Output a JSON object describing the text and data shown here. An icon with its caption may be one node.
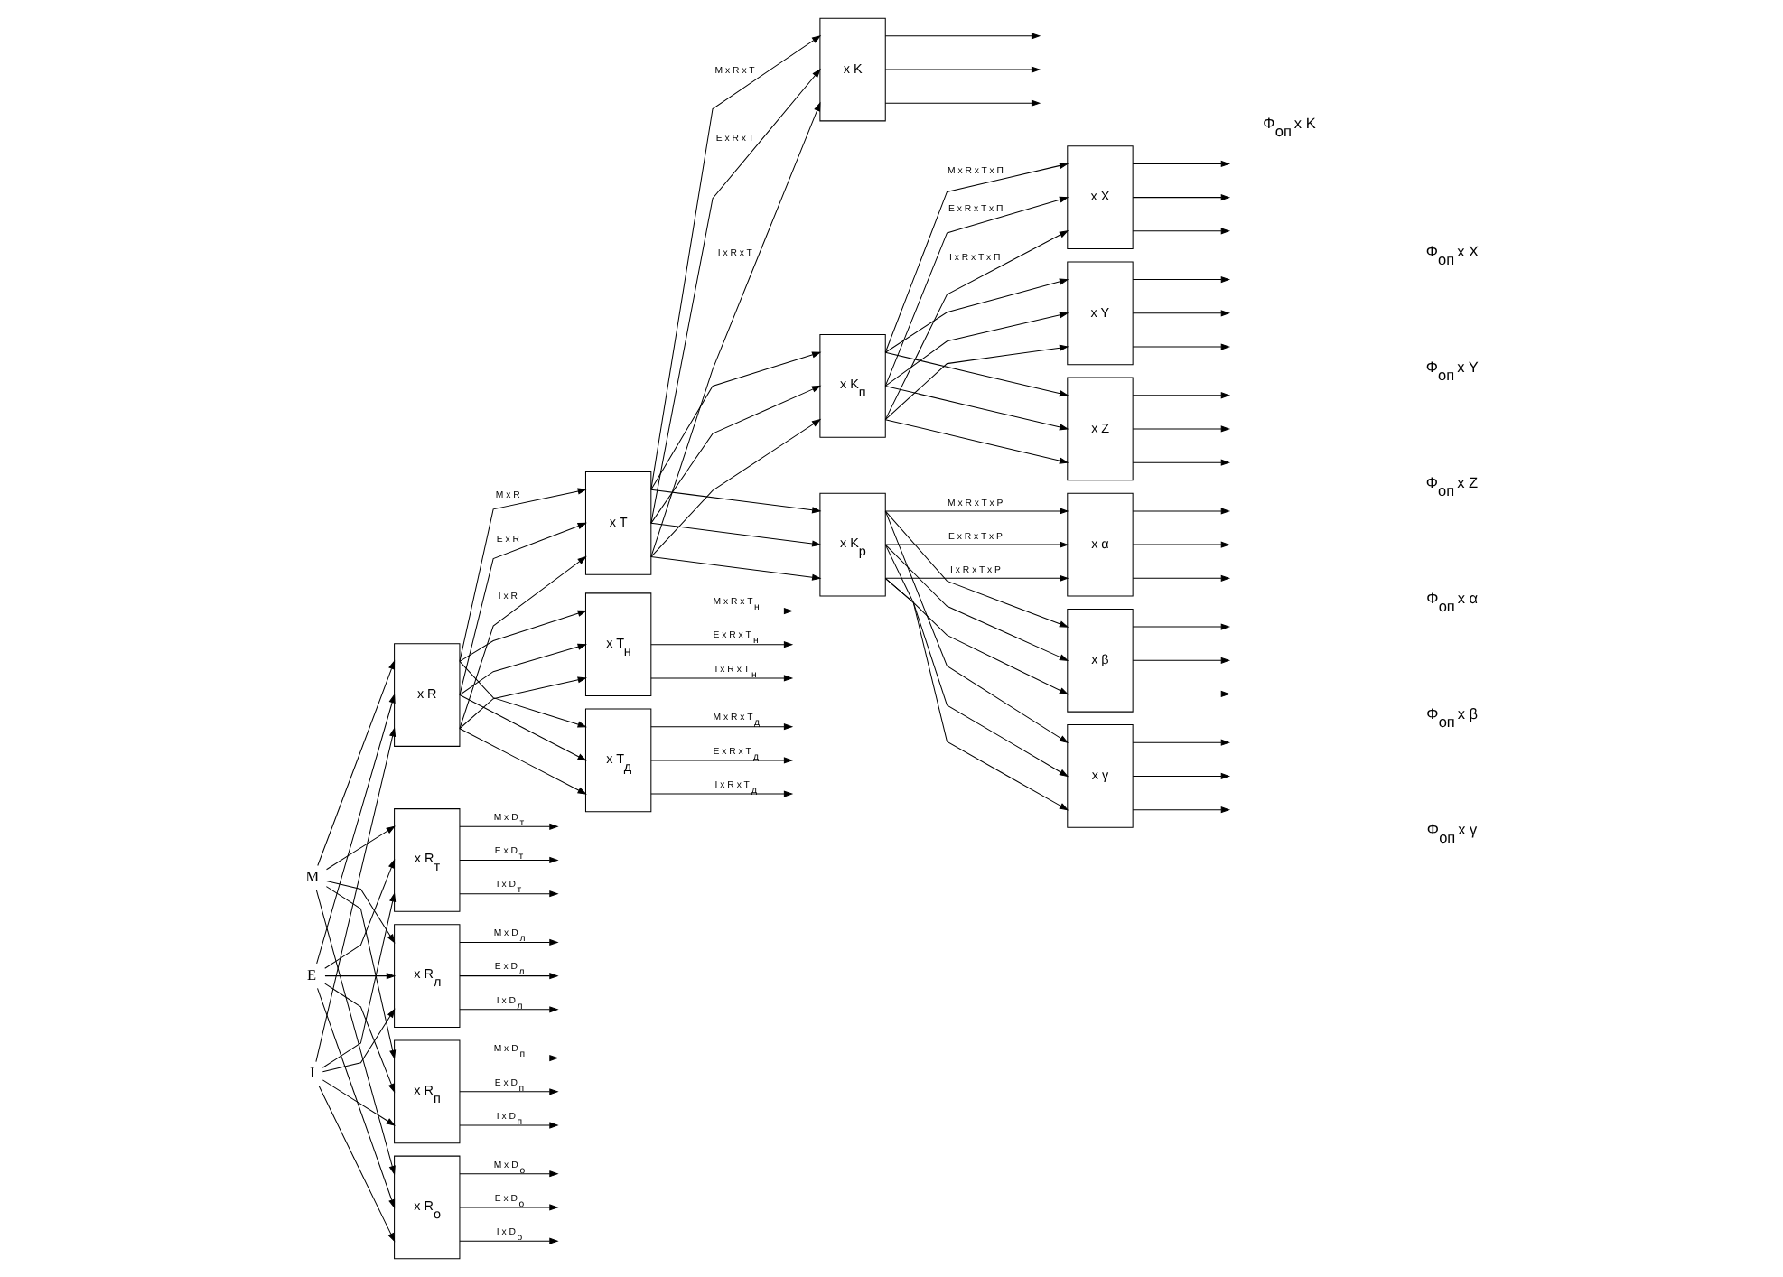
{
  "diagram": {
    "nodes": [
      {
        "text": [
          "M"
        ]
      },
      {
        "text": [
          "E"
        ]
      },
      {
        "text": [
          "I"
        ]
      },
      {
        "text": [
          "x R"
        ]
      },
      {
        "text": [
          "x R$_{т}$"
        ]
      },
      {
        "text": [
          "x R$_{л}$"
        ]
      },
      {
        "text": [
          "x R$_{п}$"
        ]
      },
      {
        "text": [
          "x R$_{о}$"
        ]
      },
      {
        "text": [
          "x T"
        ]
      },
      {
        "text": [
          "x T$_{н}$"
        ]
      },
      {
        "text": [
          "x T$_{д}$"
        ]
      },
      {
        "text": [
          "x K"
        ]
      },
      {
        "text": [
          "x K$_{п}$"
        ]
      },
      {
        "text": [
          "x K$_{р}$"
        ]
      },
      {
        "text": [
          "x X"
        ]
      },
      {
        "text": [
          "x Y"
        ]
      },
      {
        "text": [
          "x Z"
        ]
      },
      {
        "text": [
          "x α"
        ]
      },
      {
        "text": [
          "x β"
        ]
      },
      {
        "text": [
          "x γ"
        ]
      }
    ],
    "edges": [
      {
        "from": 0,
        "to": 3,
        "arrow": "to"
      },
      {
        "from": 1,
        "to": 3,
        "arrow": "to"
      },
      {
        "from": 2,
        "to": 3,
        "arrow": "to"
      },
      {
        "from": 0,
        "to": 4,
        "arrow": "to"
      },
      {
        "from": 1,
        "to": 4,
        "arrow": "to"
      },
      {
        "from": 2,
        "to": 4,
        "arrow": "to"
      },
      {
        "from": 0,
        "to": 5,
        "arrow": "to"
      },
      {
        "from": 1,
        "to": 5,
        "arrow": "to"
      },
      {
        "from": 2,
        "to": 5,
        "arrow": "to"
      },
      {
        "from": 0,
        "to": 6,
        "arrow": "to"
      },
      {
        "from": 1,
        "to": 6,
        "arrow": "to"
      },
      {
        "from": 2,
        "to": 6,
        "arrow": "to"
      },
      {
        "from": 0,
        "to": 7,
        "arrow": "to"
      },
      {
        "from": 1,
        "to": 7,
        "arrow": "to"
      },
      {
        "from": 2,
        "to": 7,
        "arrow": "to"
      },
      {
        "from": 3,
        "to": 8,
        "arrow": "to",
        "label": "M x R"
      },
      {
        "from": 3,
        "to": 8,
        "arrow": "to",
        "label": "E x R"
      },
      {
        "from": 3,
        "to": 8,
        "arrow": "to",
        "label": "I x R"
      },
      {
        "from": 3,
        "to": 9,
        "arrow": "to"
      },
      {
        "from": 3,
        "to": 9,
        "arrow": "to"
      },
      {
        "from": 3,
        "to": 9,
        "arrow": "to"
      },
      {
        "from": 3,
        "to": 10,
        "arrow": "to"
      },
      {
        "from": 3,
        "to": 10,
        "arrow": "to"
      },
      {
        "from": 3,
        "to": 10,
        "arrow": "to"
      },
      {
        "from": 4,
        "to": null,
        "arrow": "to",
        "label": "M x D$_{т}$"
      },
      {
        "from": 4,
        "to": null,
        "arrow": "to",
        "label": "E x D$_{т}$"
      },
      {
        "from": 4,
        "to": null,
        "arrow": "to",
        "label": "I x D$_{т}$"
      },
      {
        "from": 5,
        "to": null,
        "arrow": "to",
        "label": "M x D$_{л}$"
      },
      {
        "from": 5,
        "to": null,
        "arrow": "to",
        "label": "E x D$_{л}$"
      },
      {
        "from": 5,
        "to": null,
        "arrow": "to",
        "label": "I x D$_{л}$"
      },
      {
        "from": 6,
        "to": null,
        "arrow": "to",
        "label": "M x D$_{п}$"
      },
      {
        "from": 6,
        "to": null,
        "arrow": "to",
        "label": "E x D$_{п}$"
      },
      {
        "from": 6,
        "to": null,
        "arrow": "to",
        "label": "I x D$_{п}$"
      },
      {
        "from": 7,
        "to": null,
        "arrow": "to",
        "label": "M x D$_{о}$"
      },
      {
        "from": 7,
        "to": null,
        "arrow": "to",
        "label": "E x D$_{о}$"
      },
      {
        "from": 7,
        "to": null,
        "arrow": "to",
        "label": "I x D$_{о}$"
      },
      {
        "from": 8,
        "to": 11,
        "arrow": "to",
        "label": "M x R x T"
      },
      {
        "from": 8,
        "to": 11,
        "arrow": "to",
        "label": "E x R x T"
      },
      {
        "from": 8,
        "to": 11,
        "arrow": "to",
        "label": "I x R x T"
      },
      {
        "from": 8,
        "to": 12,
        "arrow": "to"
      },
      {
        "from": 8,
        "to": 12,
        "arrow": "to"
      },
      {
        "from": 8,
        "to": 12,
        "arrow": "to"
      },
      {
        "from": 8,
        "to": 13,
        "arrow": "to"
      },
      {
        "from": 8,
        "to": 13,
        "arrow": "to"
      },
      {
        "from": 8,
        "to": 13,
        "arrow": "to"
      },
      {
        "from": 9,
        "to": null,
        "arrow": "to",
        "label": "M x R x T$_{н}$"
      },
      {
        "from": 9,
        "to": null,
        "arrow": "to",
        "label": "E x R x T$_{н}$"
      },
      {
        "from": 9,
        "to": null,
        "arrow": "to",
        "label": "I x R x T$_{н}$"
      },
      {
        "from": 10,
        "to": null,
        "arrow": "to",
        "label": "M x R x T$_{д}$"
      },
      {
        "from": 10,
        "to": null,
        "arrow": "to",
        "label": "E x R x T$_{д}$"
      },
      {
        "from": 10,
        "to": null,
        "arrow": "to",
        "label": "I x R x T$_{д}$"
      },
      {
        "from": 11,
        "to": null,
        "arrow": "to"
      },
      {
        "from": 11,
        "to": null,
        "arrow": "to"
      },
      {
        "from": 11,
        "to": null,
        "arrow": "to"
      },
      {
        "from": 12,
        "to": 14,
        "arrow": "to",
        "label": "M x R x T x П"
      },
      {
        "from": 12,
        "to": 14,
        "arrow": "to",
        "label": "E x R x T x П"
      },
      {
        "from": 12,
        "to": 14,
        "arrow": "to",
        "label": "I x R x T x П"
      },
      {
        "from": 12,
        "to": 15,
        "arrow": "to"
      },
      {
        "from": 12,
        "to": 15,
        "arrow": "to"
      },
      {
        "from": 12,
        "to": 15,
        "arrow": "to"
      },
      {
        "from": 12,
        "to": 16,
        "arrow": "to"
      },
      {
        "from": 12,
        "to": 16,
        "arrow": "to"
      },
      {
        "from": 12,
        "to": 16,
        "arrow": "to"
      },
      {
        "from": 13,
        "to": 17,
        "arrow": "to",
        "label": "M x R x T x Р"
      },
      {
        "from": 13,
        "to": 17,
        "arrow": "to",
        "label": "E x R x T x Р"
      },
      {
        "from": 13,
        "to": 17,
        "arrow": "to",
        "label": "I x R x T x Р"
      },
      {
        "from": 13,
        "to": 18,
        "arrow": "to"
      },
      {
        "from": 13,
        "to": 18,
        "arrow": "to"
      },
      {
        "from": 13,
        "to": 18,
        "arrow": "to"
      },
      {
        "from": 13,
        "to": 19,
        "arrow": "to"
      },
      {
        "from": 13,
        "to": 19,
        "arrow": "to"
      },
      {
        "from": 13,
        "to": 19,
        "arrow": "to"
      },
      {
        "from": 14,
        "to": null,
        "arrow": "to"
      },
      {
        "from": 14,
        "to": null,
        "arrow": "to"
      },
      {
        "from": 14,
        "to": null,
        "arrow": "to"
      },
      {
        "from": 15,
        "to": null,
        "arrow": "to"
      },
      {
        "from": 15,
        "to": null,
        "arrow": "to"
      },
      {
        "from": 15,
        "to": null,
        "arrow": "to"
      },
      {
        "from": 16,
        "to": null,
        "arrow": "to"
      },
      {
        "from": 16,
        "to": null,
        "arrow": "to"
      },
      {
        "from": 16,
        "to": null,
        "arrow": "to"
      },
      {
        "from": 17,
        "to": null,
        "arrow": "to"
      },
      {
        "from": 17,
        "to": null,
        "arrow": "to"
      },
      {
        "from": 17,
        "to": null,
        "arrow": "to"
      },
      {
        "from": 18,
        "to": null,
        "arrow": "to"
      },
      {
        "from": 18,
        "to": null,
        "arrow": "to"
      },
      {
        "from": 18,
        "to": null,
        "arrow": "to"
      },
      {
        "from": 19,
        "to": null,
        "arrow": "to"
      },
      {
        "from": 19,
        "to": null,
        "arrow": "to"
      },
      {
        "from": 19,
        "to": null,
        "arrow": "to"
      }
    ],
    "labels": [
      "Φ$_{оп}$ x K",
      "Φ$_{оп}$ x X",
      "Φ$_{оп}$ x Y",
      "Φ$_{оп}$ x Z",
      "Φ$_{оп}$ x α",
      "Φ$_{оп}$ x β",
      "Φ$_{оп}$ x γ"
    ]
  }
}
